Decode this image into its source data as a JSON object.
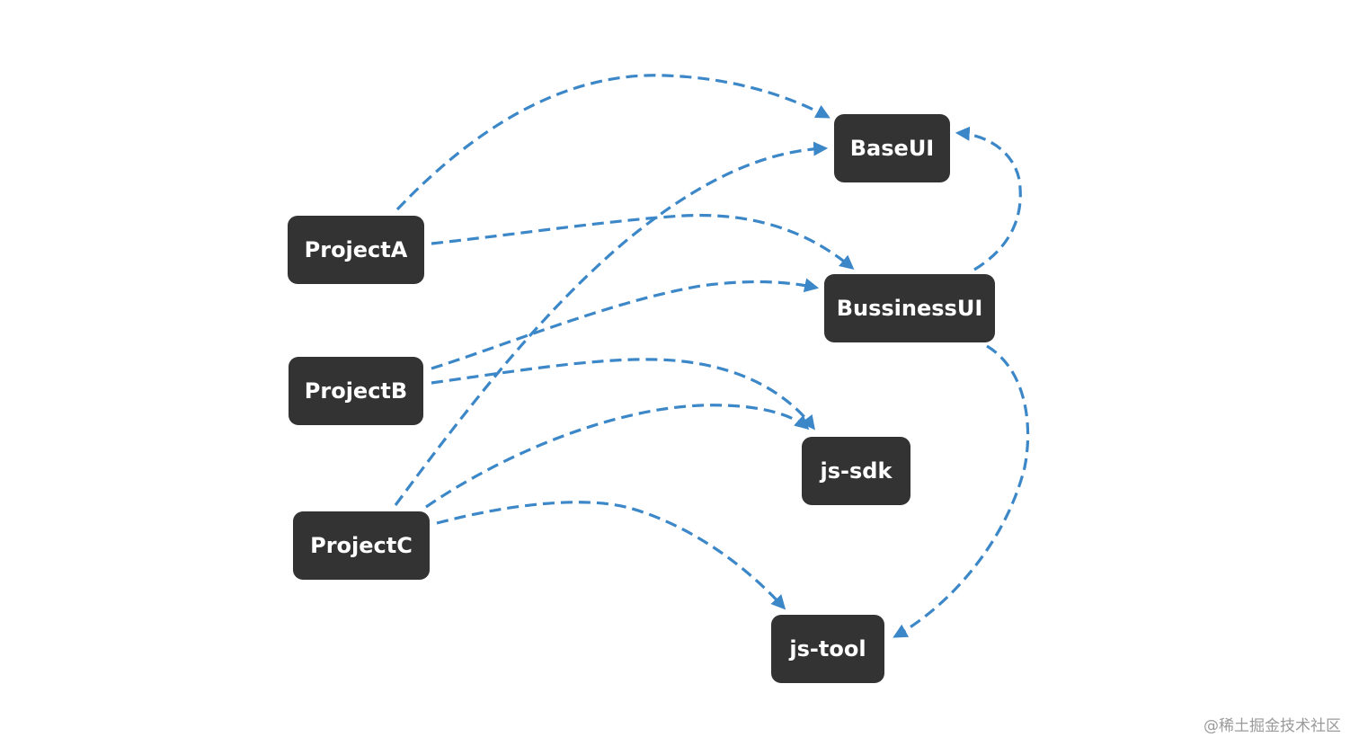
{
  "diagram": {
    "edge_color": "#3b87c8",
    "node_color": "#333333",
    "node_text_color": "#ffffff",
    "nodes": {
      "projecta": "ProjectA",
      "projectb": "ProjectB",
      "projectc": "ProjectC",
      "baseui": "BaseUI",
      "bussinessui": "BussinessUI",
      "jssdk": "js-sdk",
      "jstool": "js-tool"
    },
    "edges": [
      {
        "from": "ProjectA",
        "to": "BaseUI"
      },
      {
        "from": "ProjectA",
        "to": "BussinessUI"
      },
      {
        "from": "ProjectB",
        "to": "BussinessUI"
      },
      {
        "from": "ProjectB",
        "to": "js-sdk"
      },
      {
        "from": "ProjectC",
        "to": "BaseUI"
      },
      {
        "from": "ProjectC",
        "to": "js-sdk"
      },
      {
        "from": "ProjectC",
        "to": "js-tool"
      },
      {
        "from": "BussinessUI",
        "to": "BaseUI"
      },
      {
        "from": "BussinessUI",
        "to": "js-tool"
      }
    ]
  },
  "watermark": "@稀土掘金技术社区"
}
